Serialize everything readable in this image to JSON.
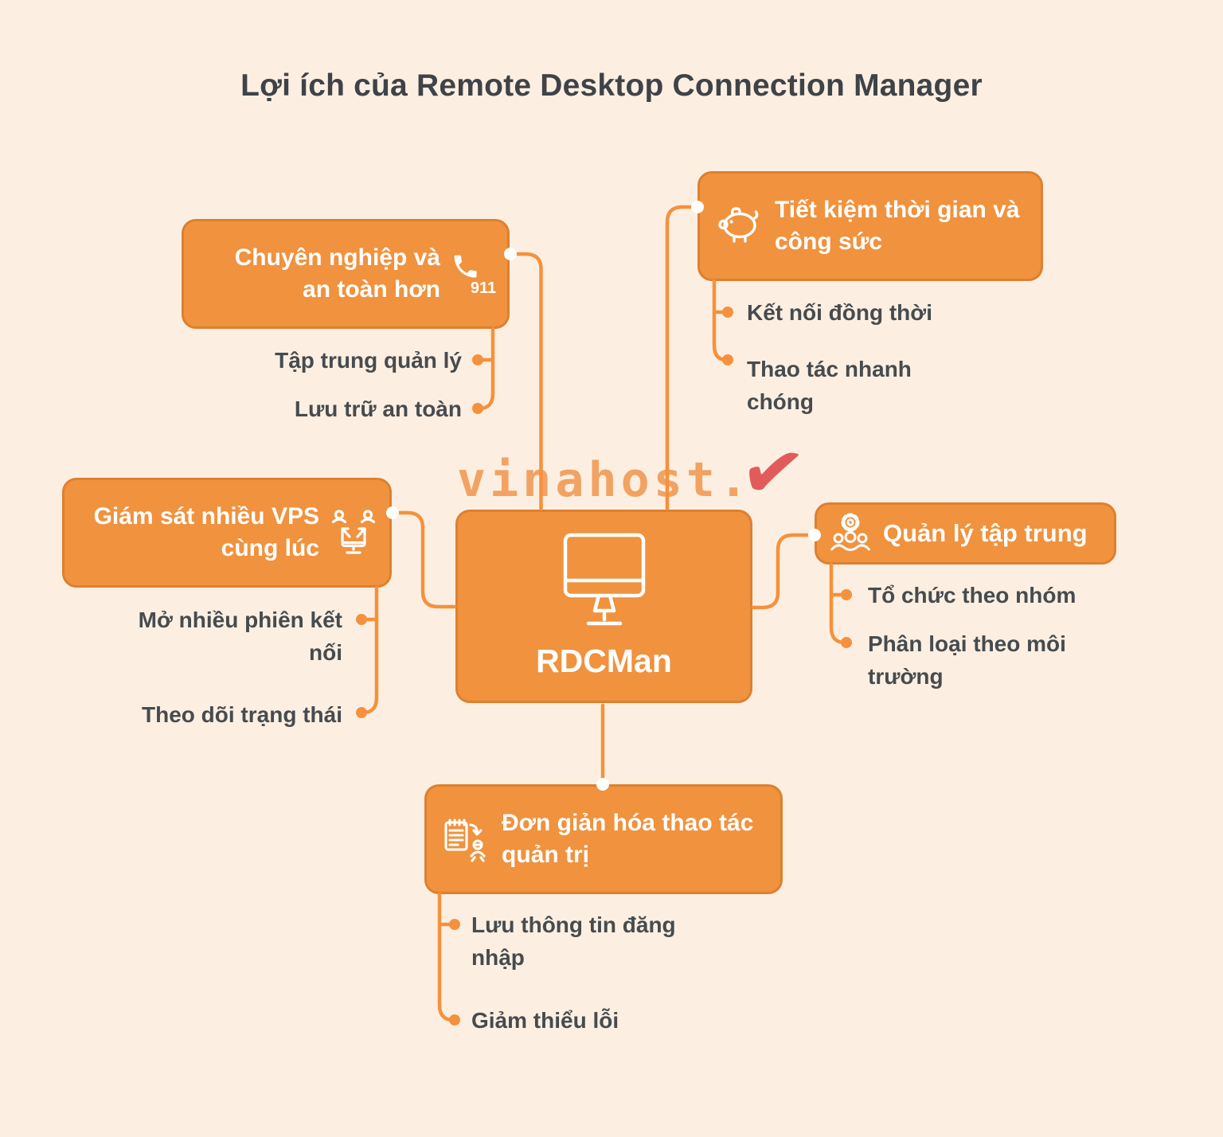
{
  "title": "Lợi ích của Remote Desktop Connection Manager",
  "watermark": {
    "text": "vinahost.",
    "check": "✔"
  },
  "center": {
    "label": "RDCMan",
    "icon": "monitor-icon"
  },
  "branches": [
    {
      "id": "professional",
      "label": "Chuyên nghiệp và an toàn hơn",
      "icon": "phone-911-icon",
      "icon_badge": "911",
      "items": [
        "Tập trung quản lý",
        "Lưu trữ an toàn"
      ]
    },
    {
      "id": "time-saving",
      "label": "Tiết kiệm thời gian và công sức",
      "icon": "piggy-bank-icon",
      "items": [
        "Kết nối đồng thời",
        "Thao tác nhanh chóng"
      ]
    },
    {
      "id": "monitoring",
      "label": "Giám sát nhiều VPS cùng lúc",
      "icon": "multi-session-monitor-icon",
      "items": [
        "Mở nhiều phiên kết nối",
        "Theo dõi trạng thái"
      ]
    },
    {
      "id": "management",
      "label": "Quản lý tập trung",
      "icon": "gear-team-icon",
      "items": [
        "Tổ chức theo nhóm",
        "Phân loại theo môi trường"
      ]
    },
    {
      "id": "simplify",
      "label": "Đơn giản hóa thao tác quản trị",
      "icon": "checklist-person-icon",
      "items": [
        "Lưu thông tin đăng nhập",
        "Giảm thiểu lỗi"
      ]
    }
  ],
  "colors": {
    "background": "#FCEFE2",
    "box_fill": "#F0923E",
    "box_border": "#DD8030",
    "connector": "#F5913D",
    "heading_text": "#FFFFFF",
    "item_text": "#474B4E",
    "title_text": "#3F4347",
    "watermark_orange": "#F2A262",
    "watermark_red": "#E25B5B"
  }
}
